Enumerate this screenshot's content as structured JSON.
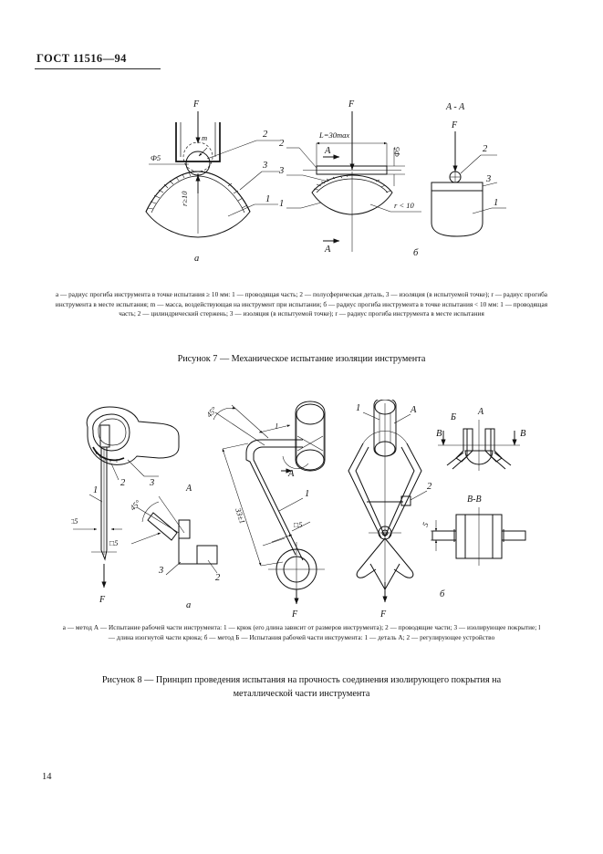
{
  "document": {
    "standard_header": "ГОСТ 11516—94",
    "page_number": "14"
  },
  "figure7": {
    "caption": "а — радиус прогиба инструмента в точке испытания ≥ 10 мм: 1 — проводящая часть; 2 — полусферическая деталь, 3 — изоляция (в испытуемой точке); r — радиус прогиба инструмента в месте испытания; m — масса, воздействующая на инструмент при испытании; б — радиус прогиба инструмента в точке испытания < 10 мм: 1 — проводящая часть; 2 — цилиндрический стержень; 3 — изоляция (в испытуемой точке); r — радиус прогиба инструмента в месте испытания",
    "title": "Рисунок 7 — Механическое испытание изоляции инструмента",
    "labels": {
      "force": "F",
      "mass": "m",
      "diameter5": "Ф5",
      "radius_ge10": "r≥10",
      "radius_lt10": "r < 10",
      "length_30max": "L=30max",
      "section_a": "A",
      "section_aa": "A - A",
      "part1": "1",
      "part2": "2",
      "part3": "3",
      "sub_a": "а",
      "sub_b": "б"
    }
  },
  "figure8": {
    "caption": "а — метод А — Испытание рабочей части инструмента: 1 — крюк (его длина зависит от размеров инструмента); 2 — проводящие части; 3 — изолирующее покрытие; l — длина изогнутой части крюка; б — метод Б — Испытания рабочей части инструмента: 1 — деталь А; 2 — регулирующее устройство",
    "title_line1": "Рисунок 8 — Принцип проведения испытания на прочность соединения изолирующего покрытия на",
    "title_line2": "металлической части инструмента",
    "labels": {
      "force": "F",
      "square5": "□5",
      "angle45": "45°",
      "dim_33": "33±1",
      "len_l": "l",
      "view_a": "A",
      "method_b": "Б",
      "section_b": "В",
      "section_bb": "В-В",
      "dim_5": "5",
      "part1": "1",
      "part2": "2",
      "part3": "3",
      "sub_a": "а",
      "sub_b": "б"
    }
  }
}
